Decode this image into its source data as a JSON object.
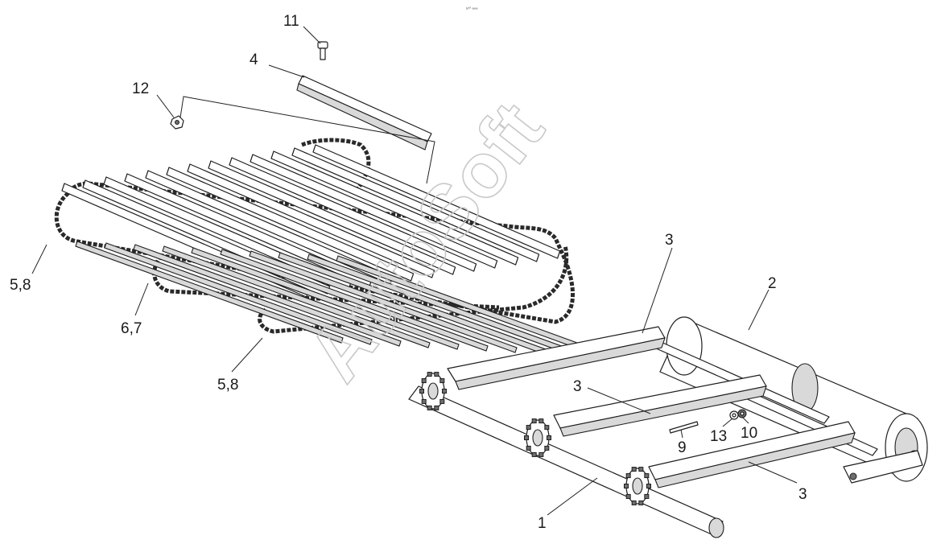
{
  "header": {
    "small_text": "v¹⁰ ∞∞"
  },
  "watermark": "AutoSoft",
  "callouts": {
    "c1": "1",
    "c2": "2",
    "c3a": "3",
    "c3b": "3",
    "c3c": "3",
    "c4": "4",
    "c58a": "5,8",
    "c58b": "5,8",
    "c67": "6,7",
    "c9": "9",
    "c10": "10",
    "c11": "11",
    "c12": "12",
    "c13": "13"
  }
}
